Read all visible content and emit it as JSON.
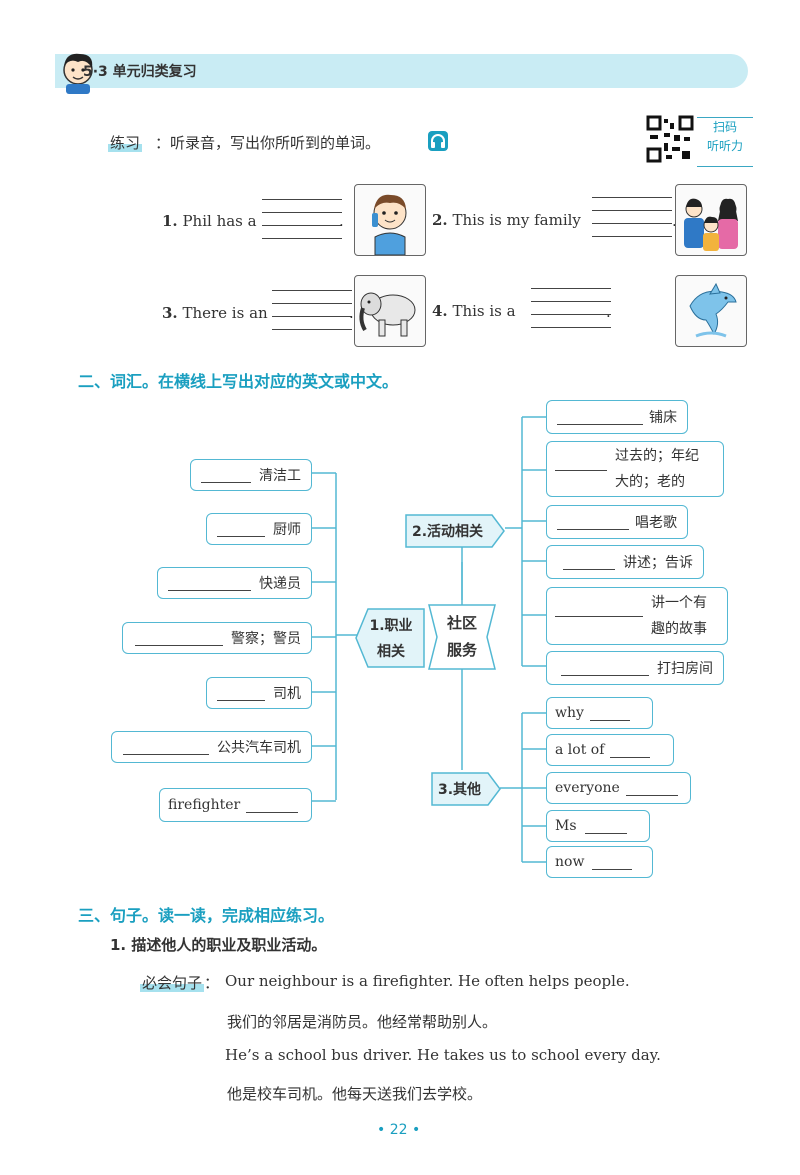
{
  "header": {
    "title": "5·3 单元归类复习"
  },
  "listening": {
    "label": "练习",
    "instruction": "：听录音，写出你所听到的单词。",
    "scan_label_1": "扫码",
    "scan_label_2": "听听力",
    "items": [
      {
        "no": "1.",
        "text": "Phil has a",
        "end": "."
      },
      {
        "no": "2.",
        "text": "This is my family",
        "end": "."
      },
      {
        "no": "3.",
        "text": "There is an",
        "end": "."
      },
      {
        "no": "4.",
        "text": "This is a",
        "end": "."
      }
    ]
  },
  "vocab": {
    "title": "二、词汇。在横线上写出对应的英文或中文。",
    "center": {
      "line1": "社区",
      "line2": "服务"
    },
    "job": {
      "label_1": "1.职业",
      "label_2": "相关",
      "items": [
        "清洁工",
        "厨师",
        "快递员",
        "警察；警员",
        "司机",
        "公共汽车司机",
        "firefighter"
      ]
    },
    "activity": {
      "label": "2.活动相关",
      "items": [
        "铺床",
        "过去的；年纪",
        "大的；老的",
        "唱老歌",
        "讲述；告诉",
        "讲一个有",
        "趣的故事",
        "打扫房间"
      ]
    },
    "other": {
      "label": "3.其他",
      "items": [
        "why",
        "a lot of",
        "everyone",
        "Ms",
        "now"
      ]
    }
  },
  "sentences": {
    "title": "三、句子。读一读，完成相应练习。",
    "sub": "1. 描述他人的职业及职业活动。",
    "must_label": "必会句子",
    "colon": "：",
    "lines": [
      "Our neighbour is a firefighter. He often helps people.",
      "我们的邻居是消防员。他经常帮助别人。",
      "He’s a school bus driver. He takes us to school every day.",
      "他是校车司机。他每天送我们去学校。"
    ]
  },
  "page": {
    "number": "• 22 •"
  }
}
